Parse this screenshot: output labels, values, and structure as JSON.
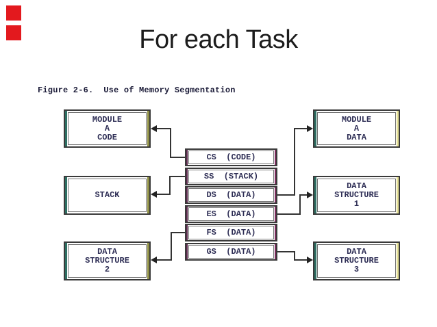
{
  "colors": {
    "accent_red": "#e3191e",
    "border_dark": "#3a3a3a",
    "accent_teal": "#2d6e62",
    "accent_olive": "#8f8f45",
    "accent_pale_yellow": "#e9e49a",
    "accent_maroon": "#7c2d5e",
    "text_navy": "#2e2e55",
    "line": "#333333",
    "title_black": "#1c1c1c"
  },
  "slide": {
    "title": "For each Task",
    "decor": {
      "red_squares_count": 2,
      "red_square_color": "#e3191e"
    }
  },
  "figure": {
    "caption": "Figure 2-6.  Use of Memory Segmentation",
    "left_boxes": [
      {
        "name": "module-a-code",
        "text": "MODULE\nA\nCODE"
      },
      {
        "name": "stack",
        "text": "STACK"
      },
      {
        "name": "data-structure-2",
        "text": "DATA\nSTRUCTURE\n2"
      }
    ],
    "segment_registers": [
      {
        "name": "cs",
        "label": "CS  (CODE)"
      },
      {
        "name": "ss",
        "label": "SS  (STACK)"
      },
      {
        "name": "ds",
        "label": "DS  (DATA)"
      },
      {
        "name": "es",
        "label": "ES  (DATA)"
      },
      {
        "name": "fs",
        "label": "FS  (DATA)"
      },
      {
        "name": "gs",
        "label": "GS  (DATA)"
      }
    ],
    "right_boxes": [
      {
        "name": "module-a-data",
        "text": "MODULE\nA\nDATA"
      },
      {
        "name": "data-structure-1",
        "text": "DATA\nSTRUCTURE\n1"
      },
      {
        "name": "data-structure-3",
        "text": "DATA\nSTRUCTURE\n3"
      }
    ],
    "connections": [
      {
        "from": "CS",
        "to": "MODULE A CODE",
        "side": "left"
      },
      {
        "from": "SS",
        "to": "STACK",
        "side": "left"
      },
      {
        "from": "DS",
        "to": "MODULE A DATA",
        "side": "right"
      },
      {
        "from": "ES",
        "to": "DATA STRUCTURE 1",
        "side": "right"
      },
      {
        "from": "FS",
        "to": "DATA STRUCTURE 2",
        "side": "left"
      },
      {
        "from": "GS",
        "to": "DATA STRUCTURE 3",
        "side": "right"
      }
    ]
  }
}
